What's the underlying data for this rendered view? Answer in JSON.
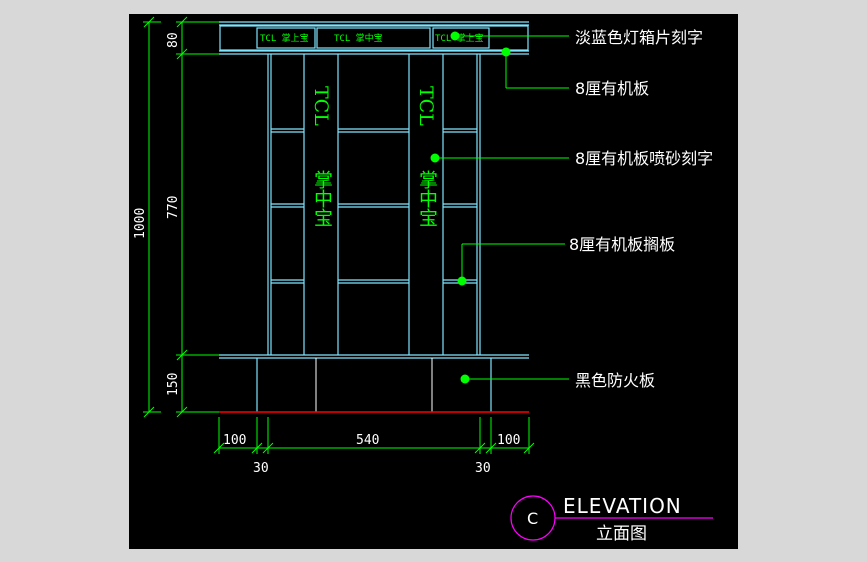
{
  "sign_box": {
    "left_text": "TCL 掌上宝",
    "center_text": "TCL 掌中宝",
    "right_text": "TCL 掌上宝"
  },
  "vertical_texts": {
    "left_top": "TCL",
    "left_bottom": "掌中宝",
    "right_top": "TCL",
    "right_bottom": "掌中宝"
  },
  "annotations": [
    "淡蓝色灯箱片刻字",
    "8厘有机板",
    "8厘有机板喷砂刻字",
    "8厘有机板搁板",
    "黑色防火板"
  ],
  "dimensions": {
    "total_height": "1000",
    "top": "80",
    "middle": "770",
    "bottom": "150",
    "left_width": "100",
    "center_width": "540",
    "right_width": "100",
    "left_gap": "30",
    "right_gap": "30"
  },
  "title_block": {
    "marker": "C",
    "title": "ELEVATION",
    "subtitle": "立面图"
  },
  "colors": {
    "background": "#000000",
    "cyan": "#7fe5ff",
    "green": "#00ff00",
    "red": "#ff0000",
    "magenta": "#ff00ff"
  }
}
